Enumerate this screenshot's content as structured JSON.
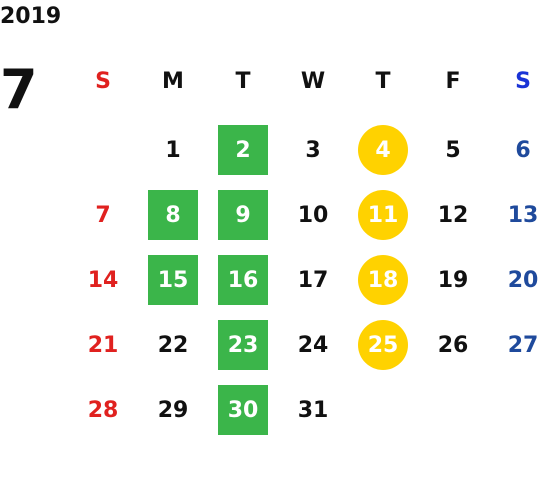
{
  "calendar": {
    "year": "2019",
    "month": "7",
    "weekdays": [
      "S",
      "M",
      "T",
      "W",
      "T",
      "F",
      "S"
    ],
    "weeks": [
      [
        "",
        "1",
        "2",
        "3",
        "4",
        "5",
        "6"
      ],
      [
        "7",
        "8",
        "9",
        "10",
        "11",
        "12",
        "13"
      ],
      [
        "14",
        "15",
        "16",
        "17",
        "18",
        "19",
        "20"
      ],
      [
        "21",
        "22",
        "23",
        "24",
        "25",
        "26",
        "27"
      ],
      [
        "28",
        "29",
        "30",
        "31",
        "",
        "",
        ""
      ]
    ],
    "highlight_green": [
      "2",
      "8",
      "9",
      "15",
      "16",
      "23",
      "30"
    ],
    "highlight_yellow": [
      "4",
      "11",
      "18",
      "25"
    ],
    "colors": {
      "sunday": "#e0211f",
      "saturday_header": "#1a33d6",
      "saturday_dates": "#1f4a9c",
      "green_highlight": "#3bb54a",
      "yellow_highlight": "#ffd200",
      "text": "#111111"
    }
  }
}
